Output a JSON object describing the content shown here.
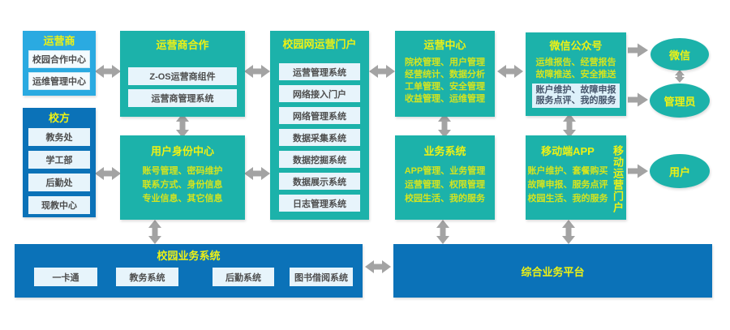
{
  "diagram": {
    "operator": {
      "title": "运营商",
      "items": [
        "校园合作中心",
        "运维管理中心"
      ]
    },
    "school": {
      "title": "校方",
      "items": [
        "教务处",
        "学工部",
        "后勤处",
        "现教中心"
      ]
    },
    "operator_coop": {
      "title": "运营商合作",
      "items": [
        "Z-OS运营商组件",
        "运营商管理系统"
      ]
    },
    "identity_center": {
      "title": "用户身份中心",
      "lines": [
        "账号管理、密码维护",
        "联系方式、身份信息",
        "专业信息、其它信息"
      ]
    },
    "portal": {
      "title": "校园网运营门户",
      "items": [
        "运营管理系统",
        "网络接入门户",
        "网络管理系统",
        "数据采集系统",
        "数据挖掘系统",
        "数据展示系统",
        "日志管理系统"
      ]
    },
    "op_center": {
      "title": "运营中心",
      "lines": [
        "院校管理、用户管理",
        "经营统计、数据分析",
        "工单管理、安全管理",
        "收益管理、运维管理"
      ]
    },
    "biz_system": {
      "title": "业务系统",
      "lines": [
        "APP管理、业务管理",
        "运营管理、权限管理",
        "校园生活、我的服务"
      ]
    },
    "wechat_public": {
      "title": "微信公众号",
      "lines": [
        "运维报告、经营报告",
        "故障推送、安全推送"
      ],
      "panel": [
        "账户维护、故障申报",
        "服务点评、我的服务"
      ]
    },
    "mobile_app": {
      "title": "移动端APP",
      "lines": [
        "账户维护、套餐购买",
        "故障申报、服务点评",
        "校园生活、我的服务"
      ],
      "side_label": "移动运营门户"
    },
    "campus_biz": {
      "title": "校园业务系统",
      "items": [
        "一卡通",
        "教务系统",
        "后勤系统",
        "图书借阅系统"
      ]
    },
    "integrated_platform": {
      "title": "综合业务平台"
    },
    "actors": [
      {
        "label": "微信"
      },
      {
        "label": "管理员"
      },
      {
        "label": "用户"
      }
    ],
    "colors": {
      "teal": "#1cb2aa",
      "light_blue": "#2aaae1",
      "dark_blue": "#0b72b8",
      "title_yellow": "#eef114",
      "body_yellow": "#d4e41f",
      "arrow_gray": "#a3a3a3"
    }
  }
}
